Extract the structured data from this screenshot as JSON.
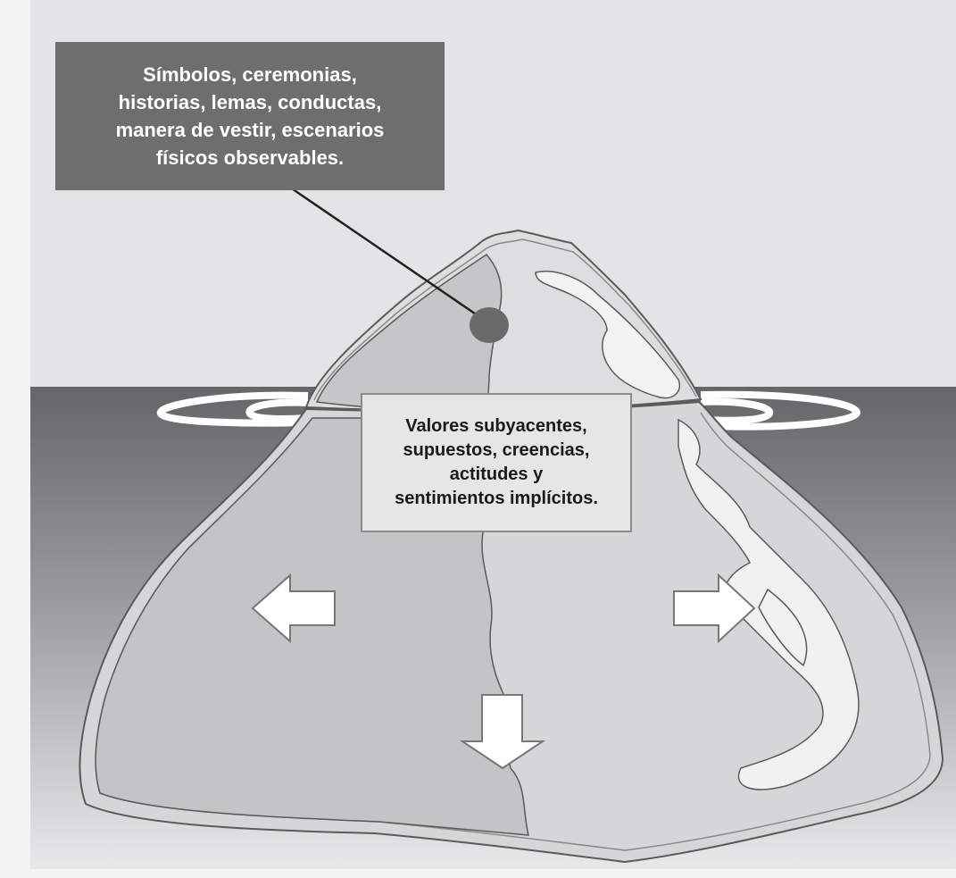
{
  "diagram": {
    "visible_label": {
      "lines": [
        "Símbolos, ceremonias,",
        "historias, lemas, conductas,",
        "manera de vestir, escenarios",
        "físicos observables."
      ]
    },
    "hidden_label": {
      "lines": [
        "Valores subyacentes,",
        "supuestos, creencias,",
        "actitudes y",
        "sentimientos implícitos."
      ]
    }
  },
  "colors": {
    "sky": "#e4e4e6",
    "water_top": "#6a6a6d",
    "water_bottom": "#e8e8ea",
    "ice_dark": "#c9c9cb",
    "ice_mid": "#d9d9db",
    "ice_light": "#f2f2f2",
    "outline": "#5a5a5a",
    "box_dark": "#6e6e6e",
    "box_light": "#e6e6e6"
  }
}
